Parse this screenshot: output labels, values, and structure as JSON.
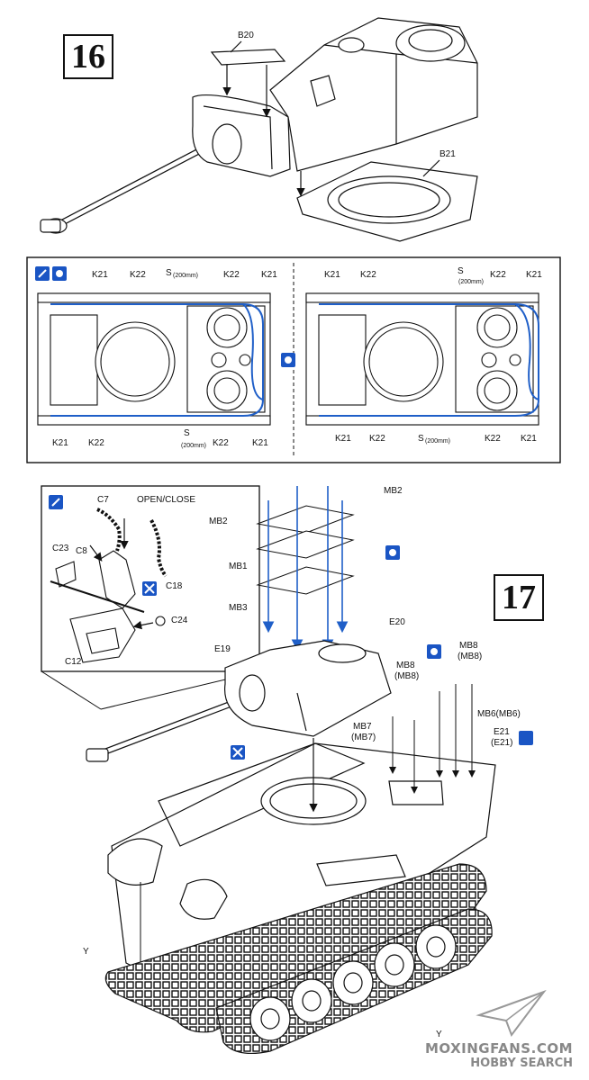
{
  "steps": {
    "step_16": "16",
    "step_17": "17"
  },
  "parts": {
    "b20": "B20",
    "b21": "B21",
    "k21": "K21",
    "k22": "K22",
    "s": "S",
    "s_len": "(200mm)",
    "c7": "C7",
    "c8": "C8",
    "c12": "C12",
    "c18": "C18",
    "c23": "C23",
    "c24": "C24",
    "open_close": "OPEN/CLOSE",
    "mb1": "MB1",
    "mb2": "MB2",
    "mb3": "MB3",
    "e19": "E19",
    "e20": "E20",
    "mb8": "MB8",
    "mb8_alt": "(MB8)",
    "mb7": "MB7",
    "mb7_alt": "(MB7)",
    "mb6": "MB6(MB6)",
    "e21": "E21",
    "e21_alt": "(E21)",
    "y": "Y"
  },
  "watermark": {
    "line1": "MOXINGFANS.COM",
    "line2": "HOBBY SEARCH"
  },
  "colors": {
    "ink": "#111111",
    "blue": "#1f5fc8",
    "icon_blue": "#1a55c4"
  },
  "icons": [
    "cement-icon",
    "glue-icon",
    "bend-icon",
    "paint-icon",
    "do-not-glue-icon",
    "repeat-icon"
  ]
}
